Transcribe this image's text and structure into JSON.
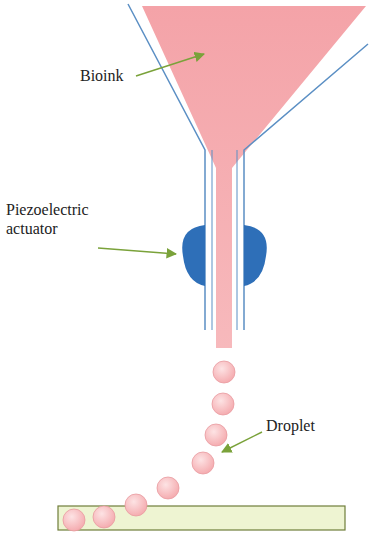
{
  "diagram": {
    "labels": [
      "Bioink",
      "Piezoelectric actuator",
      "Droplet"
    ]
  }
}
